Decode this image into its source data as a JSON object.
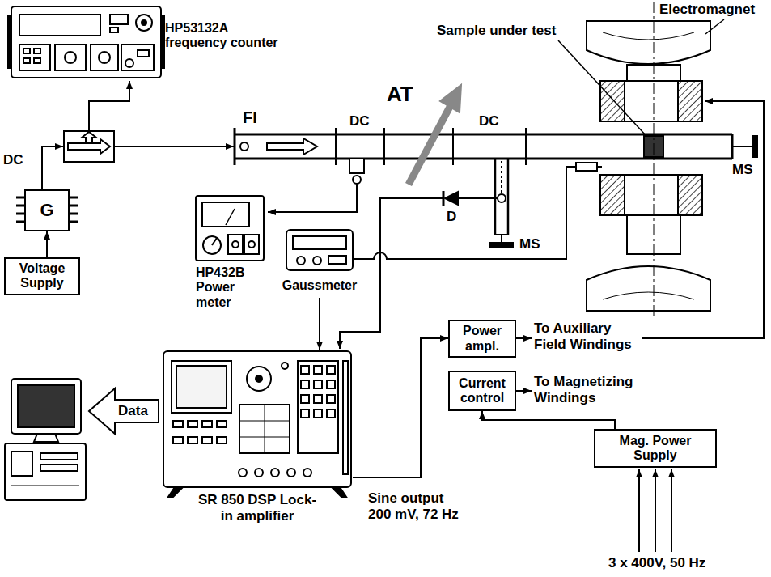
{
  "diagram": {
    "nodes": [
      {
        "text": [
          "HP53132A frequency counter"
        ]
      },
      {
        "text": [
          "DC"
        ]
      },
      {
        "text": [
          "G"
        ]
      },
      {
        "text": [
          "Voltage Supply"
        ]
      },
      {
        "text": [
          "HP432B Power meter"
        ]
      },
      {
        "text": [
          "Gaussmeter"
        ]
      },
      {
        "text": [
          "SR 850 DSP Lock-in amplifier"
        ]
      },
      {
        "text": [
          "Power ampl."
        ]
      },
      {
        "text": [
          "Current control"
        ]
      },
      {
        "text": [
          "Mag. Power Supply"
        ]
      }
    ],
    "edges": [
      {
        "from": 3,
        "to": 2,
        "arrow": "to"
      },
      {
        "from": 2,
        "to": 1,
        "arrow": "to"
      },
      {
        "from": 1,
        "to": 0,
        "arrow": "to"
      },
      {
        "from": 5,
        "to": 6,
        "arrow": "to"
      },
      {
        "from": 6,
        "to": 7,
        "arrow": "to"
      },
      {
        "from": 9,
        "to": 8,
        "arrow": "to"
      }
    ],
    "labels": [
      "FI",
      "DC",
      "AT",
      "DC",
      "Electromagnet",
      "Sample under test",
      "MS",
      "D",
      "MS",
      "To Auxiliary Field Windings",
      "To Magnetizing Windings",
      "Data",
      "Sine output 200 mV, 72 Hz",
      "3 x 400V, 50 Hz"
    ]
  }
}
